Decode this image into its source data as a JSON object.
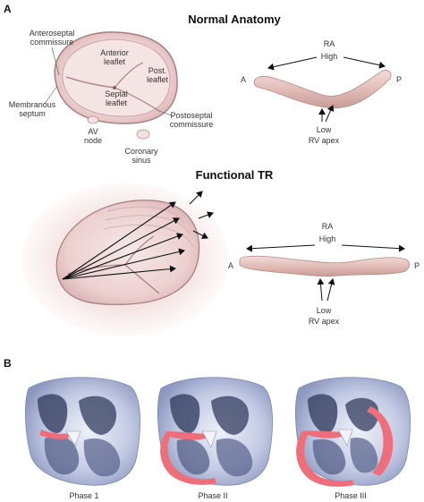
{
  "panel_a": {
    "label": "A",
    "normal": {
      "title": "Normal Anatomy",
      "valve_labels": {
        "anteroseptal_line1": "Anteroseptal",
        "anteroseptal_line2": "commissure",
        "anterior_line1": "Anterior",
        "anterior_line2": "leaflet",
        "post_line1": "Post.",
        "post_line2": "leaflet",
        "septal_line1": "Septal",
        "septal_line2": "leaflet",
        "membranous_line1": "Membranous",
        "membranous_line2": "septum",
        "postoseptal_line1": "Postoseptal",
        "postoseptal_line2": "commissure",
        "av_line1": "AV",
        "av_line2": "node",
        "coronary_line1": "Coronary",
        "coronary_line2": "sinus"
      },
      "annulus": {
        "ra": "RA",
        "high": "High",
        "a": "A",
        "p": "P",
        "low": "Low",
        "rv_apex": "RV apex"
      }
    },
    "functional": {
      "title": "Functional TR",
      "annulus": {
        "ra": "RA",
        "high": "High",
        "a": "A",
        "p": "P",
        "low": "Low",
        "rv_apex": "RV apex"
      }
    }
  },
  "panel_b": {
    "label": "B",
    "phases": [
      "Phase 1",
      "Phase II",
      "Phase III"
    ]
  },
  "colors": {
    "valve_tissue": "#efd9d9",
    "valve_shadow": "#c9a3a3",
    "annulus_fill": "#e8c7c3",
    "heart_blue": "#a9b4d6",
    "heart_dark": "#3d4668",
    "myocardium_pink": "#ee6f7b"
  }
}
